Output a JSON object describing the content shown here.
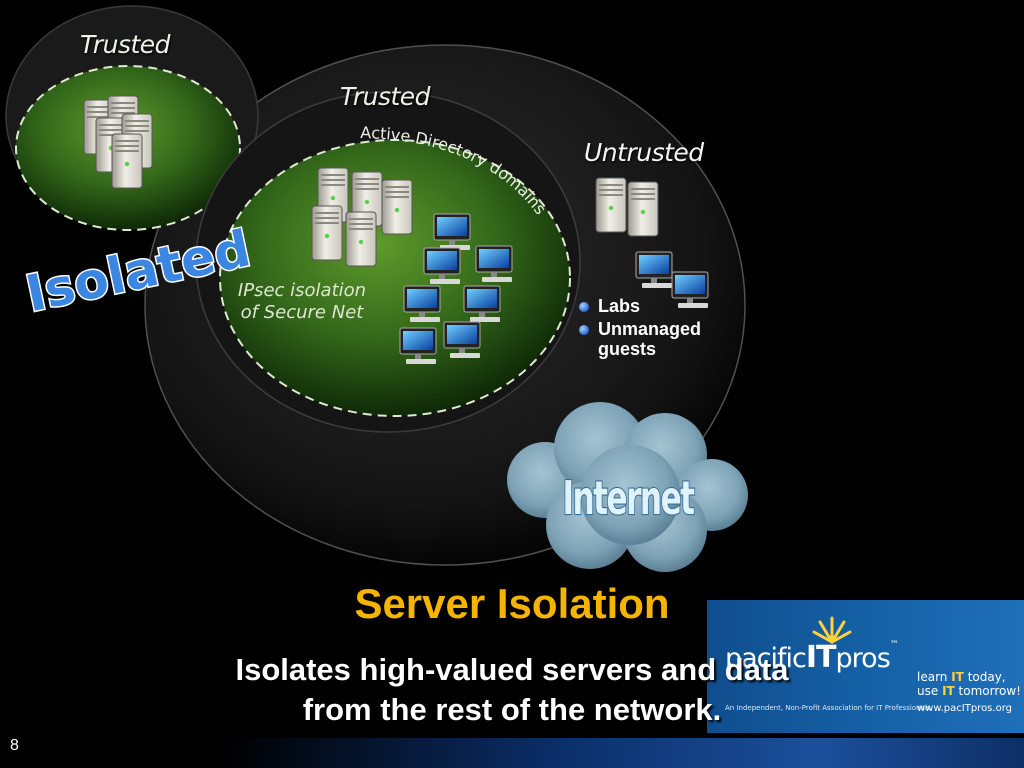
{
  "diagram": {
    "zones": {
      "isolated_trusted": "Trusted",
      "domain_trusted": "Trusted",
      "untrusted": "Untrusted"
    },
    "isolated_label": "Isolated",
    "ad_domains_label": "Active Directory domains",
    "ipsec_label_line1": "IPsec isolation",
    "ipsec_label_line2": "of Secure Net",
    "untrusted_items": [
      "Labs",
      "Unmanaged guests"
    ],
    "internet_label": "Internet"
  },
  "slide": {
    "title": "Server Isolation",
    "subtitle_line1": "Isolates high-valued servers and data",
    "subtitle_line2": "from the rest of the network.",
    "page_number": "8"
  },
  "logo": {
    "brand_prefix": "pacific",
    "brand_mid": "IT",
    "brand_suffix": "pros",
    "trademark": "™",
    "tagline_line1_pre": "learn ",
    "tagline_line1_em": "IT",
    "tagline_line1_post": " today,",
    "tagline_line2_pre": "use ",
    "tagline_line2_em": "IT",
    "tagline_line2_post": " tomorrow!",
    "association": "An Independent, Non-Profit Association for IT Professionals",
    "url": "www.pacITpros.org"
  },
  "colors": {
    "title": "#f5b400",
    "zone_green": "#3f7a1c",
    "cloud": "#8fb3c4",
    "internet_text": "#dff4ff",
    "isolated_text": "#3b86e0"
  }
}
